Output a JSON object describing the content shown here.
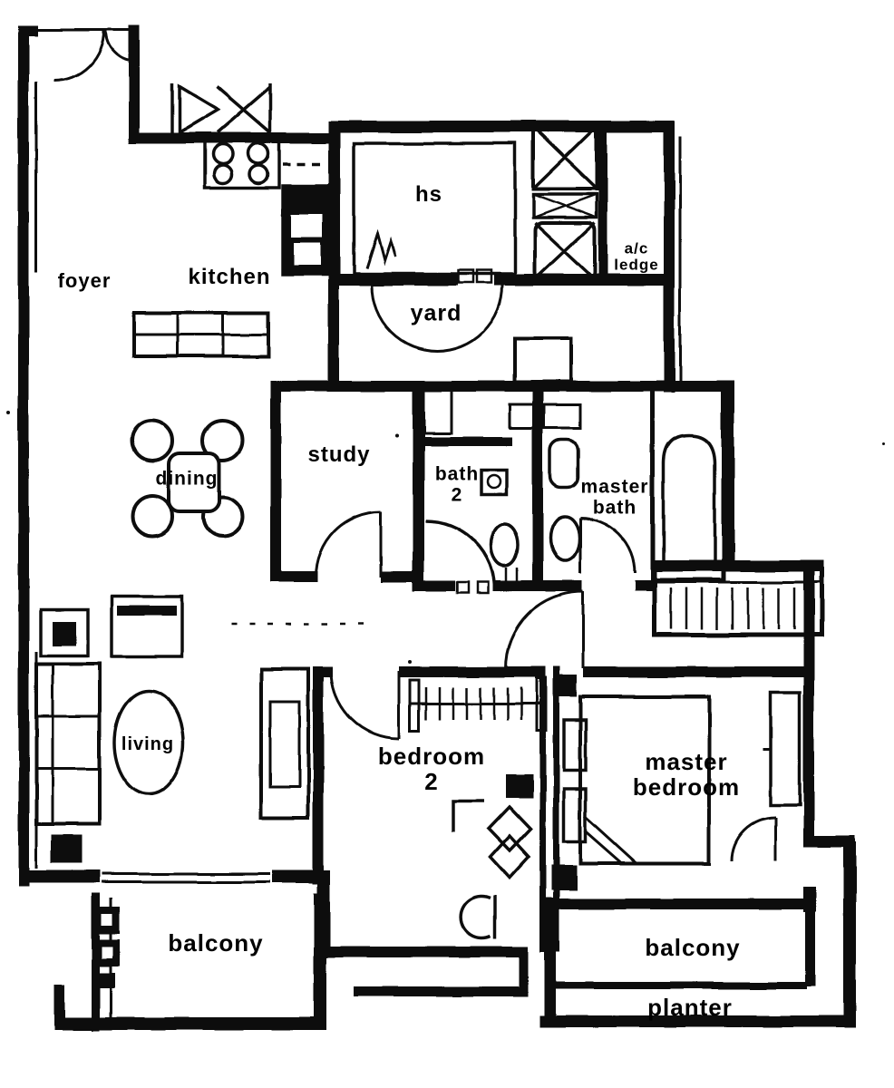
{
  "colors": {
    "ink": "#0e0e0e",
    "paper": "#ffffff"
  },
  "rooms": {
    "foyer": {
      "label": "foyer"
    },
    "kitchen": {
      "label": "kitchen"
    },
    "household_shelter": {
      "label": "hs"
    },
    "ac_ledge": {
      "line1": "a/c",
      "line2": "ledge"
    },
    "yard": {
      "label": "yard"
    },
    "dining": {
      "label": "dining"
    },
    "study": {
      "label": "study"
    },
    "bath2": {
      "line1": "bath",
      "line2": "2"
    },
    "master_bath": {
      "line1": "master",
      "line2": "bath"
    },
    "living": {
      "label": "living"
    },
    "bedroom2": {
      "line1": "bedroom",
      "line2": "2"
    },
    "master_bedroom": {
      "line1": "master",
      "line2": "bedroom"
    },
    "balcony_left": {
      "label": "balcony"
    },
    "balcony_right": {
      "label": "balcony"
    },
    "planter": {
      "label": "planter"
    }
  }
}
